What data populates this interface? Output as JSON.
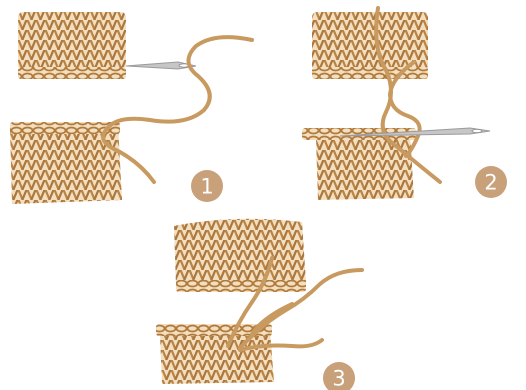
{
  "steps": [
    {
      "number": "1"
    },
    {
      "number": "2"
    },
    {
      "number": "3"
    }
  ],
  "colors": {
    "yarn": "#c89a60",
    "yarn_dark": "#a9773f",
    "yarn_light": "#f3dfbf",
    "badge": "#c8a07a",
    "needle": "#b9b9b9",
    "background": "#ffffff"
  }
}
